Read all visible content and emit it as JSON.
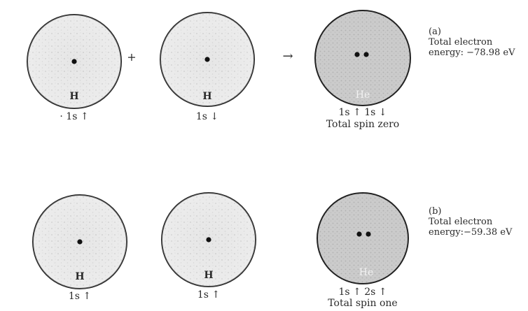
{
  "operators": {
    "plus": "+",
    "arrow": "→"
  },
  "row_a": {
    "atom1": {
      "symbol": "H",
      "config": "· 1s ↑"
    },
    "atom2": {
      "symbol": "H",
      "config": "1s ↓"
    },
    "result": {
      "symbol": "He",
      "config": "1s ↑ 1s ↓",
      "spin": "Total spin zero"
    },
    "tag": "(a)",
    "energy_line1": "Total electron",
    "energy_line2": "energy: −78.98 eV"
  },
  "row_b": {
    "atom1": {
      "symbol": "H",
      "config": "1s ↑"
    },
    "atom2": {
      "symbol": "H",
      "config": "1s ↑"
    },
    "result": {
      "symbol": "He",
      "config": "1s ↑ 2s ↑",
      "spin": "Total spin one"
    },
    "tag": "(b)",
    "energy_line1": "Total electron",
    "energy_line2": "energy:−59.38 eV"
  }
}
